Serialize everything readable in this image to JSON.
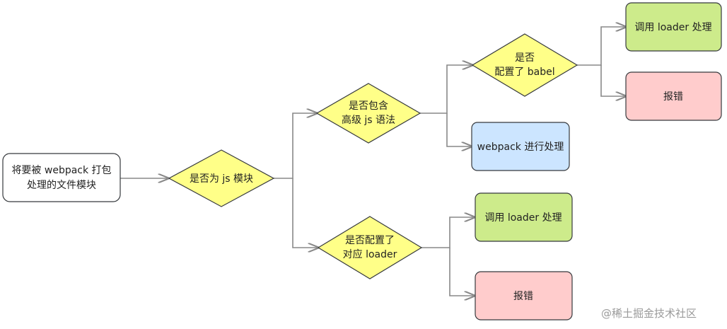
{
  "nodes": {
    "start": {
      "lines": [
        "将要被 webpack 打包",
        "处理的文件模块"
      ]
    },
    "is_js": {
      "lines": [
        "是否为 js 模块"
      ]
    },
    "has_adv": {
      "lines": [
        "是否包含",
        "高级 js 语法"
      ]
    },
    "has_babel": {
      "lines": [
        "是否",
        "配置了 babel"
      ]
    },
    "call_loader_1": {
      "lines": [
        "调用 loader 处理"
      ]
    },
    "error_1": {
      "lines": [
        "报错"
      ]
    },
    "webpack_proc": {
      "lines": [
        "webpack 进行处理"
      ]
    },
    "has_loader": {
      "lines": [
        "是否配置了",
        "对应 loader"
      ]
    },
    "call_loader_2": {
      "lines": [
        "调用 loader 处理"
      ]
    },
    "error_2": {
      "lines": [
        "报错"
      ]
    }
  },
  "watermark": "@稀土掘金技术社区",
  "colors": {
    "white_fill": "#ffffff",
    "yellow_fill": "#ffff88",
    "green_fill": "#cdeb8b",
    "red_fill": "#ffcccc",
    "blue_fill": "#cce5ff",
    "stroke": "#36393d",
    "edge": "#888888"
  }
}
